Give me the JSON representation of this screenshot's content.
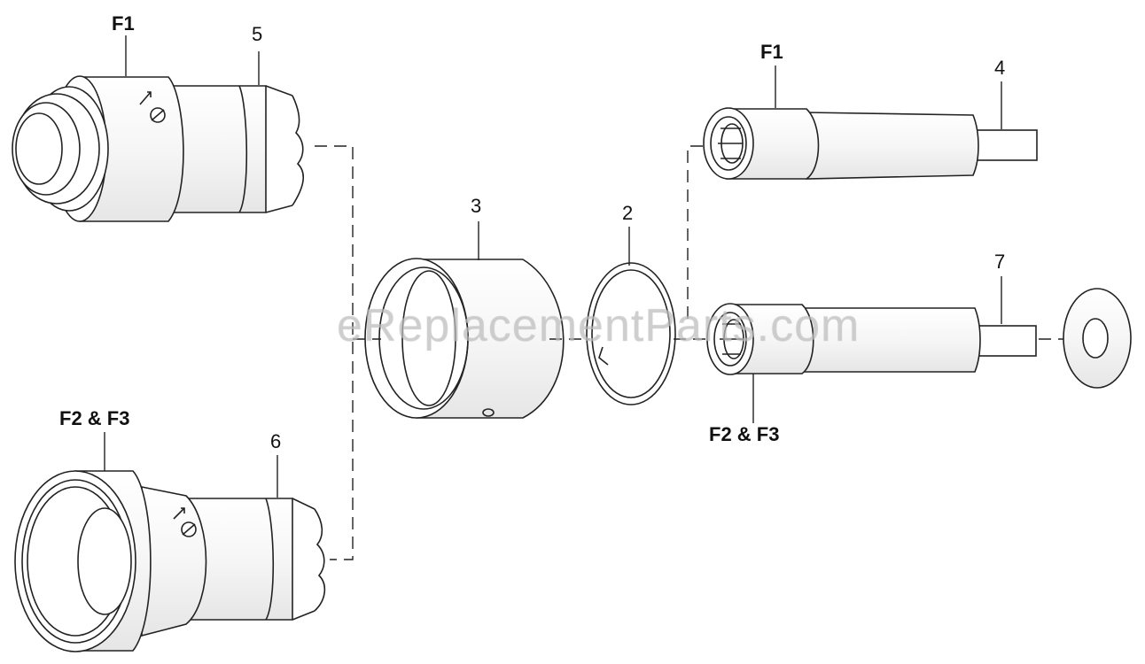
{
  "labels": {
    "f1_top_left": "F1",
    "f1_top_right": "F1",
    "f2f3_left": "F2 & F3",
    "f2f3_right": "F2 & F3",
    "part_2": "2",
    "part_3": "3",
    "part_4": "4",
    "part_5": "5",
    "part_6": "6",
    "part_7": "7"
  },
  "watermark": "eReplacementParts.com"
}
